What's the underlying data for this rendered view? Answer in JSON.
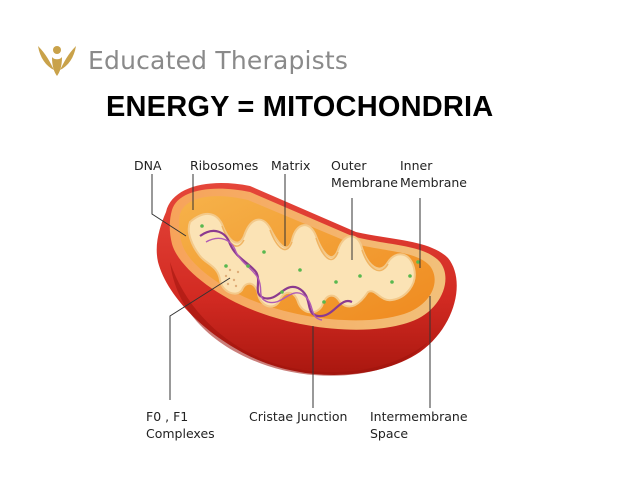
{
  "slide": {
    "brand_name": "Educated Therapists",
    "title": "ENERGY = MITOCHONDRIA"
  },
  "diagram": {
    "labels": {
      "dna": "DNA",
      "ribosomes": "Ribosomes",
      "matrix": "Matrix",
      "outer_membrane_line1": "Outer",
      "outer_membrane_line2": "Membrane",
      "inner_membrane_line1": "Inner",
      "inner_membrane_line2": "Membrane",
      "f0f1_line1": "F0 , F1",
      "f0f1_line2": "Complexes",
      "cristae_junction": "Cristae Junction",
      "intermembrane_line1": "Intermembrane",
      "intermembrane_line2": "Space"
    }
  },
  "colors": {
    "outer_shell": "#d9312a",
    "outer_shell_dark": "#a81a14",
    "inner_orange": "#f29a2e",
    "cristae_cream": "#fbe3b5",
    "dna_purple": "#8b3a8f",
    "brand_gold": "#c9a24a",
    "brand_text": "#8a8a8a"
  }
}
